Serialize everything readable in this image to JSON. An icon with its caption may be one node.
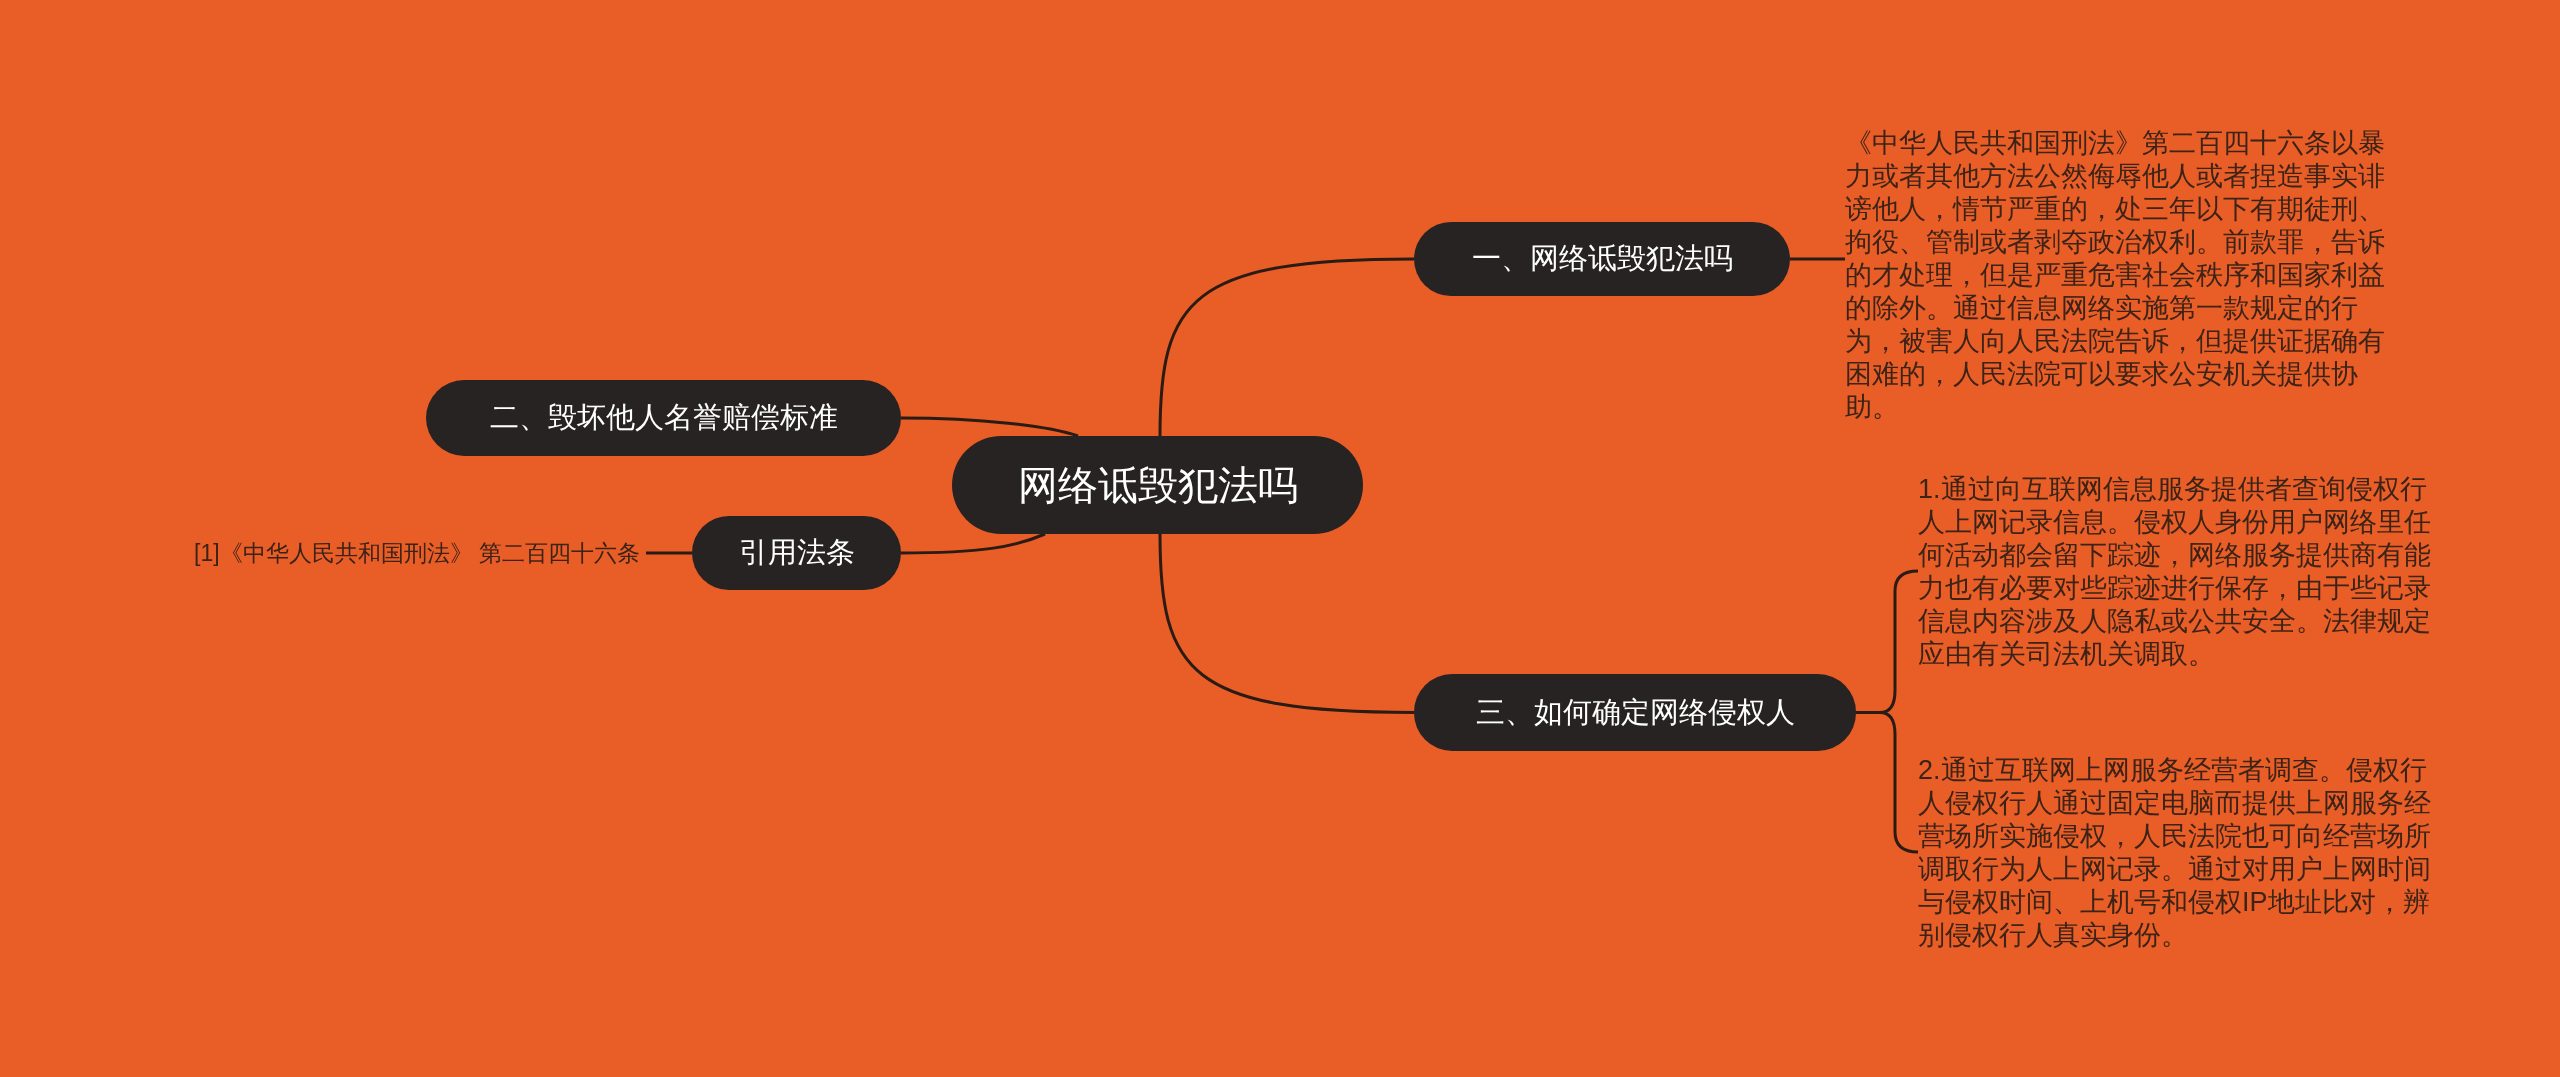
{
  "diagram": {
    "nodes": [
      {
        "text": [
          "网络诋毁犯法吗"
        ]
      },
      {
        "text": [
          "一、网络诋毁犯法吗"
        ]
      },
      {
        "text": [
          "《中华人民共和国刑法》第二百四十六条以暴力或者其他方法公然侮辱他人或者捏造事实诽谤他人，情节严重的，处三年以下有期徒刑、拘役、管制或者剥夺政治权利。前款罪，告诉的才处理，但是严重危害社会秩序和国家利益的除外。通过信息网络实施第一款规定的行为，被害人向人民法院告诉，但提供证据确有困难的，人民法院可以要求公安机关提供协助。"
        ]
      },
      {
        "text": [
          "二、毁坏他人名誉赔偿标准"
        ]
      },
      {
        "text": [
          "引用法条"
        ]
      },
      {
        "text": [
          "[1]《中华人民共和国刑法》 第二百四十六条"
        ]
      },
      {
        "text": [
          "三、如何确定网络侵权人"
        ]
      },
      {
        "text": [
          "1.通过向互联网信息服务提供者查询侵权行人上网记录信息。侵权人身份用户网络里任何活动都会留下踪迹，网络服务提供商有能力也有必要对些踪迹进行保存，由于些记录信息内容涉及人隐私或公共安全。法律规定应由有关司法机关调取。"
        ]
      },
      {
        "text": [
          "2.通过互联网上网服务经营者调查。侵权行人侵权行人通过固定电脑而提供上网服务经营场所实施侵权，人民法院也可向经营场所调取行为人上网记录。通过对用户上网时间与侵权时间、上机号和侵权IP地址比对，辨别侵权行人真实身份。"
        ]
      }
    ],
    "edges": [
      {
        "from": 0,
        "to": 1,
        "arrow": "none"
      },
      {
        "from": 1,
        "to": 2,
        "arrow": "none"
      },
      {
        "from": 0,
        "to": 3,
        "arrow": "none"
      },
      {
        "from": 0,
        "to": 4,
        "arrow": "none"
      },
      {
        "from": 4,
        "to": 5,
        "arrow": "none"
      },
      {
        "from": 0,
        "to": 6,
        "arrow": "none"
      },
      {
        "from": 6,
        "to": 7,
        "arrow": "none"
      },
      {
        "from": 6,
        "to": 8,
        "arrow": "none"
      }
    ]
  }
}
